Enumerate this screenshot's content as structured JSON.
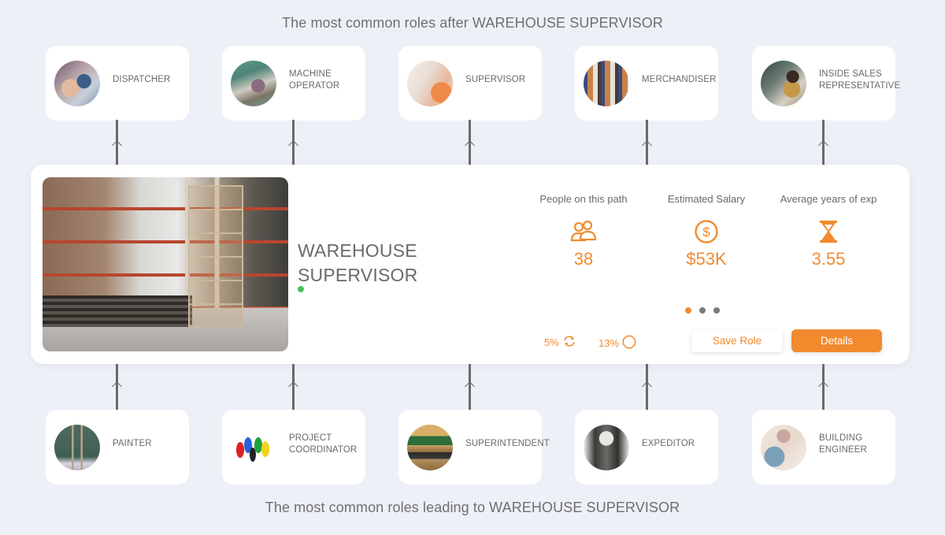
{
  "header": {
    "title": "The most common roles after WAREHOUSE SUPERVISOR"
  },
  "footer": {
    "title": "The most common roles leading to WAREHOUSE SUPERVISOR"
  },
  "next_roles": [
    {
      "label": "DISPATCHER",
      "image": "dispatcher-photo"
    },
    {
      "label": "MACHINE OPERATOR",
      "image": "machine-operator-photo"
    },
    {
      "label": "SUPERVISOR",
      "image": "supervisor-photo"
    },
    {
      "label": "MERCHANDISER",
      "image": "merchandiser-photo"
    },
    {
      "label": "INSIDE SALES REPRESENTATIVE",
      "image": "inside-sales-photo"
    }
  ],
  "previous_roles": [
    {
      "label": "PAINTER",
      "image": "painter-photo"
    },
    {
      "label": "PROJECT COORDINATOR",
      "image": "project-coordinator-photo"
    },
    {
      "label": "SUPERINTENDENT",
      "image": "superintendent-photo"
    },
    {
      "label": "EXPEDITOR",
      "image": "expeditor-photo"
    },
    {
      "label": "BUILDING ENGINEER",
      "image": "building-engineer-photo"
    }
  ],
  "current_role": {
    "title_line1": "WAREHOUSE",
    "title_line2": "SUPERVISOR",
    "image": "warehouse-photo",
    "status_color": "#4cc064",
    "stats": [
      {
        "label": "People on this path",
        "icon": "people-icon",
        "value": "38"
      },
      {
        "label": "Estimated Salary",
        "icon": "dollar-circle-icon",
        "value": "$53K"
      },
      {
        "label": "Average years of exp",
        "icon": "hourglass-icon",
        "value": "3.55"
      }
    ],
    "mini_stats": [
      {
        "value": "5%",
        "icon": "refresh-icon"
      },
      {
        "value": "13%",
        "icon": "octagon-icon"
      }
    ],
    "carousel": {
      "count": 3,
      "active": 0
    },
    "buttons": {
      "save": "Save Role",
      "details": "Details"
    }
  },
  "colors": {
    "accent": "#f28a2e",
    "background": "#edf0f7",
    "card": "#ffffff",
    "text": "#6a6a6a",
    "connector": "#6a6a6a",
    "status": "#4cc064"
  }
}
